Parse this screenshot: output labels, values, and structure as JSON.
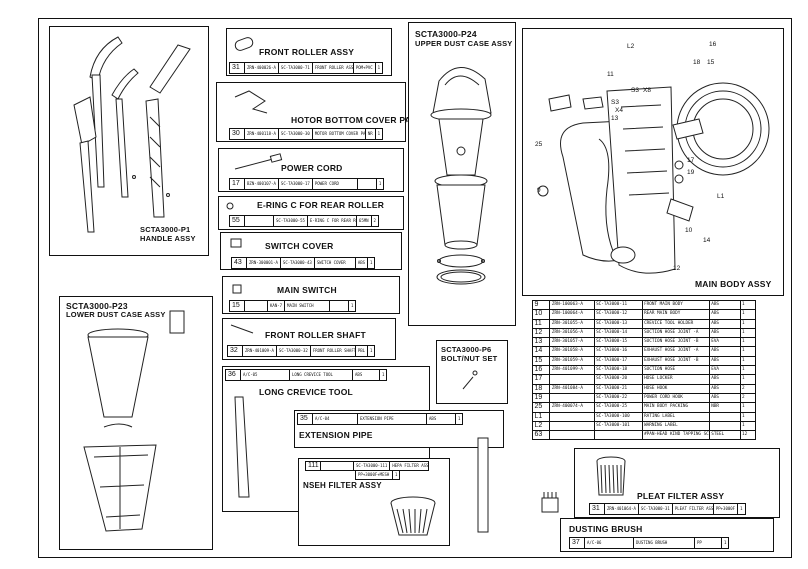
{
  "sections": {
    "handle": {
      "title": "SCTA3000-P1",
      "subtitle": "HANDLE ASSY"
    },
    "upper_dust": {
      "title": "SCTA3000-P24",
      "subtitle": "UPPER DUST CASE ASSY"
    },
    "main_body": {
      "title": "MAIN BODY ASSY"
    },
    "lower_dust": {
      "title": "SCTA3000-P23",
      "subtitle": "LOWER DUST CASE ASSY"
    },
    "bolt_nut": {
      "title": "SCTA3000-P6",
      "subtitle": "BOLT/NUT SET"
    },
    "long_crevice": {
      "title": "LONG CREVICE TOOL"
    },
    "extension_pipe": {
      "title": "EXTENSION PIPE"
    },
    "hepa_filter": {
      "title": "NSEH FILTER ASSY"
    },
    "pleat_filter": {
      "title": "PLEAT FILTER ASSY"
    },
    "dusting_brush": {
      "title": "DUSTING BRUSH"
    }
  },
  "parts": {
    "front_roller": {
      "title": "FRONT ROLLER ASSY",
      "row": [
        "31",
        "ZRN-400026-A",
        "SC-TA3000-71",
        "FRONT ROLLER ASSY",
        "POM+PVC",
        "1"
      ]
    },
    "motor_cover": {
      "title": "HOTOR BOTTOM COVER PACKING",
      "row": [
        "30",
        "ZRN-400118-A",
        "SC-TA3000-30",
        "MOTOR BOTTOM COVER PACKING",
        "NR",
        "1"
      ]
    },
    "power_cord": {
      "title": "POWER CORD",
      "row": [
        "17",
        "BZN-400107-A",
        "SC-TA3000-17",
        "POWER CORD",
        "",
        "1"
      ]
    },
    "e_ring": {
      "title": "E-RING C FOR REAR ROLLER",
      "row": [
        "55",
        "",
        "SC-TA3000-55",
        "E-RING C FOR REAR ROLLER",
        "65MN",
        "2"
      ]
    },
    "switch_cover": {
      "title": "SWITCH COVER",
      "row": [
        "43",
        "ZRN-300001-A",
        "SC-TA3000-43",
        "SWITCH COVER",
        "ABS",
        "1"
      ]
    },
    "main_switch": {
      "title": "MAIN SWITCH",
      "row": [
        "15",
        "",
        "KAN-7",
        "MAIN SWITCH",
        "",
        "1"
      ]
    },
    "roller_shaft": {
      "title": "FRONT ROLLER SHAFT",
      "row": [
        "32",
        "ZRN-401009-A",
        "SC-TA3000-32",
        "FRONT ROLLER SHAFT",
        "PBL",
        "1"
      ]
    },
    "long_crevice": {
      "row": [
        "36",
        "A/C-05",
        "LONG CREVICE TOOL",
        "ABS",
        "1"
      ]
    },
    "extension_pipe": {
      "row": [
        "35",
        "A/C-04",
        "EXTENSION PIPE",
        "ABS",
        "1"
      ]
    },
    "hepa_filter": {
      "row1": [
        "111",
        "SC-TA3000-111",
        "HEPA FILTER ASSY"
      ],
      "row2": [
        "",
        "",
        "PP+3000F+MESH",
        "1"
      ]
    },
    "pleat_filter": {
      "row": [
        "31",
        "ZRN-401064-A",
        "SC-TA3000-31",
        "PLEAT FILTER ASSY",
        "PP+3000F",
        "1"
      ]
    },
    "dusting_brush": {
      "row": [
        "37",
        "A/C-06",
        "DUSTING BRUSH",
        "PP",
        "1"
      ]
    }
  },
  "main_table": [
    [
      "9",
      "ZRN-100063-A",
      "SC-TA3000-11",
      "FRONT MAIN BODY",
      "ABS",
      "1"
    ],
    [
      "10",
      "ZRN-100064-A",
      "SC-TA3000-12",
      "REAR MAIN BODY",
      "ABS",
      "1"
    ],
    [
      "11",
      "ZRN-301055-A",
      "SC-TA3000-13",
      "CREVICE TOOL HOLDER",
      "ABS",
      "1"
    ],
    [
      "12",
      "ZRN-301056-A",
      "SC-TA3000-14",
      "SUCTION HOSE JOINT -A",
      "ABS",
      "1"
    ],
    [
      "13",
      "ZRN-301057-A",
      "SC-TA3000-15",
      "SUCTION HOSE JOINT -B",
      "EVA",
      "1"
    ],
    [
      "14",
      "ZRN-301058-A",
      "SC-TA3000-16",
      "EXHAUST HOSE JOINT -A",
      "ABS",
      "1"
    ],
    [
      "15",
      "ZRN-301059-A",
      "SC-TA3000-17",
      "EXHAUST HOSE JOINT -B",
      "ABS",
      "1"
    ],
    [
      "16",
      "ZRN-401099-A",
      "SC-TA3000-18",
      "SUCTION HOSE",
      "EVA",
      "1"
    ],
    [
      "17",
      "",
      "SC-TA3000-20",
      "HOSE LOCKER",
      "ABS",
      "1"
    ],
    [
      "18",
      "ZRN-401084-A",
      "SC-TA3000-21",
      "HOSE HOOK",
      "ABS",
      "2"
    ],
    [
      "19",
      "",
      "SC-TA3000-22",
      "POWER CORD HOOK",
      "ABS",
      "2"
    ],
    [
      "25",
      "ZRN-400074-A",
      "SC-TA3000-25",
      "MAIN BODY PACKING",
      "NBR",
      "1"
    ],
    [
      "L1",
      "",
      "SC-TA3000-100",
      "RATING LABEL",
      "",
      "1"
    ],
    [
      "L2",
      "",
      "SC-TA3000-101",
      "WARNING LABEL",
      "",
      "1"
    ],
    [
      "63",
      "",
      "",
      "#PAN-HEAD KIND TAPPING SCREW",
      "STEEL",
      "12"
    ]
  ],
  "callouts": [
    "L2",
    "16",
    "18",
    "15",
    "11",
    "S3",
    "X8",
    "S3",
    "X4",
    "13",
    "25",
    "9",
    "17",
    "19",
    "L1",
    "10",
    "14",
    "12"
  ]
}
